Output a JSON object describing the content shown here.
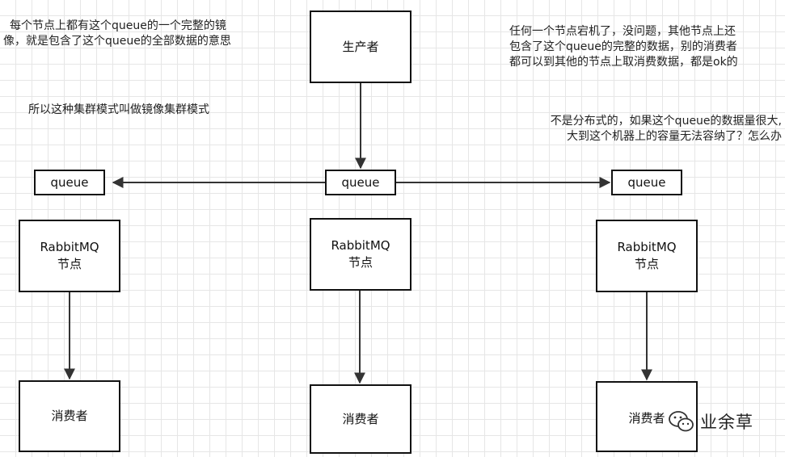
{
  "diagram": {
    "producer": {
      "label": "生产者"
    },
    "queues": {
      "center": "queue",
      "left": "queue",
      "right": "queue"
    },
    "nodes": [
      {
        "line1": "RabbitMQ",
        "line2": "节点"
      },
      {
        "line1": "RabbitMQ",
        "line2": "节点"
      },
      {
        "line1": "RabbitMQ",
        "line2": "节点"
      }
    ],
    "consumers": [
      {
        "label": "消费者"
      },
      {
        "label": "消费者"
      },
      {
        "label": "消费者"
      }
    ]
  },
  "notes": {
    "top_left": {
      "line1": "每个节点上都有这个queue的一个完整的镜",
      "line2": "像，就是包含了这个queue的全部数据的意思"
    },
    "mode": "所以这种集群模式叫做镜像集群模式",
    "top_right": {
      "line1": "任何一个节点宕机了，没问题，其他节点上还",
      "line2": "包含了这个queue的完整的数据，别的消费者",
      "line3": "都可以到其他的节点上取消费数据，都是ok的"
    },
    "question": {
      "line1": "不是分布式的，如果这个queue的数据量很大,",
      "line2": "大到这个机器上的容量无法容纳了？怎么办"
    }
  },
  "watermark": {
    "text": "业余草",
    "icon": "wechat-icon"
  },
  "colors": {
    "line": "#333333",
    "box_border": "#111111",
    "grid": "#e6e6e6"
  }
}
